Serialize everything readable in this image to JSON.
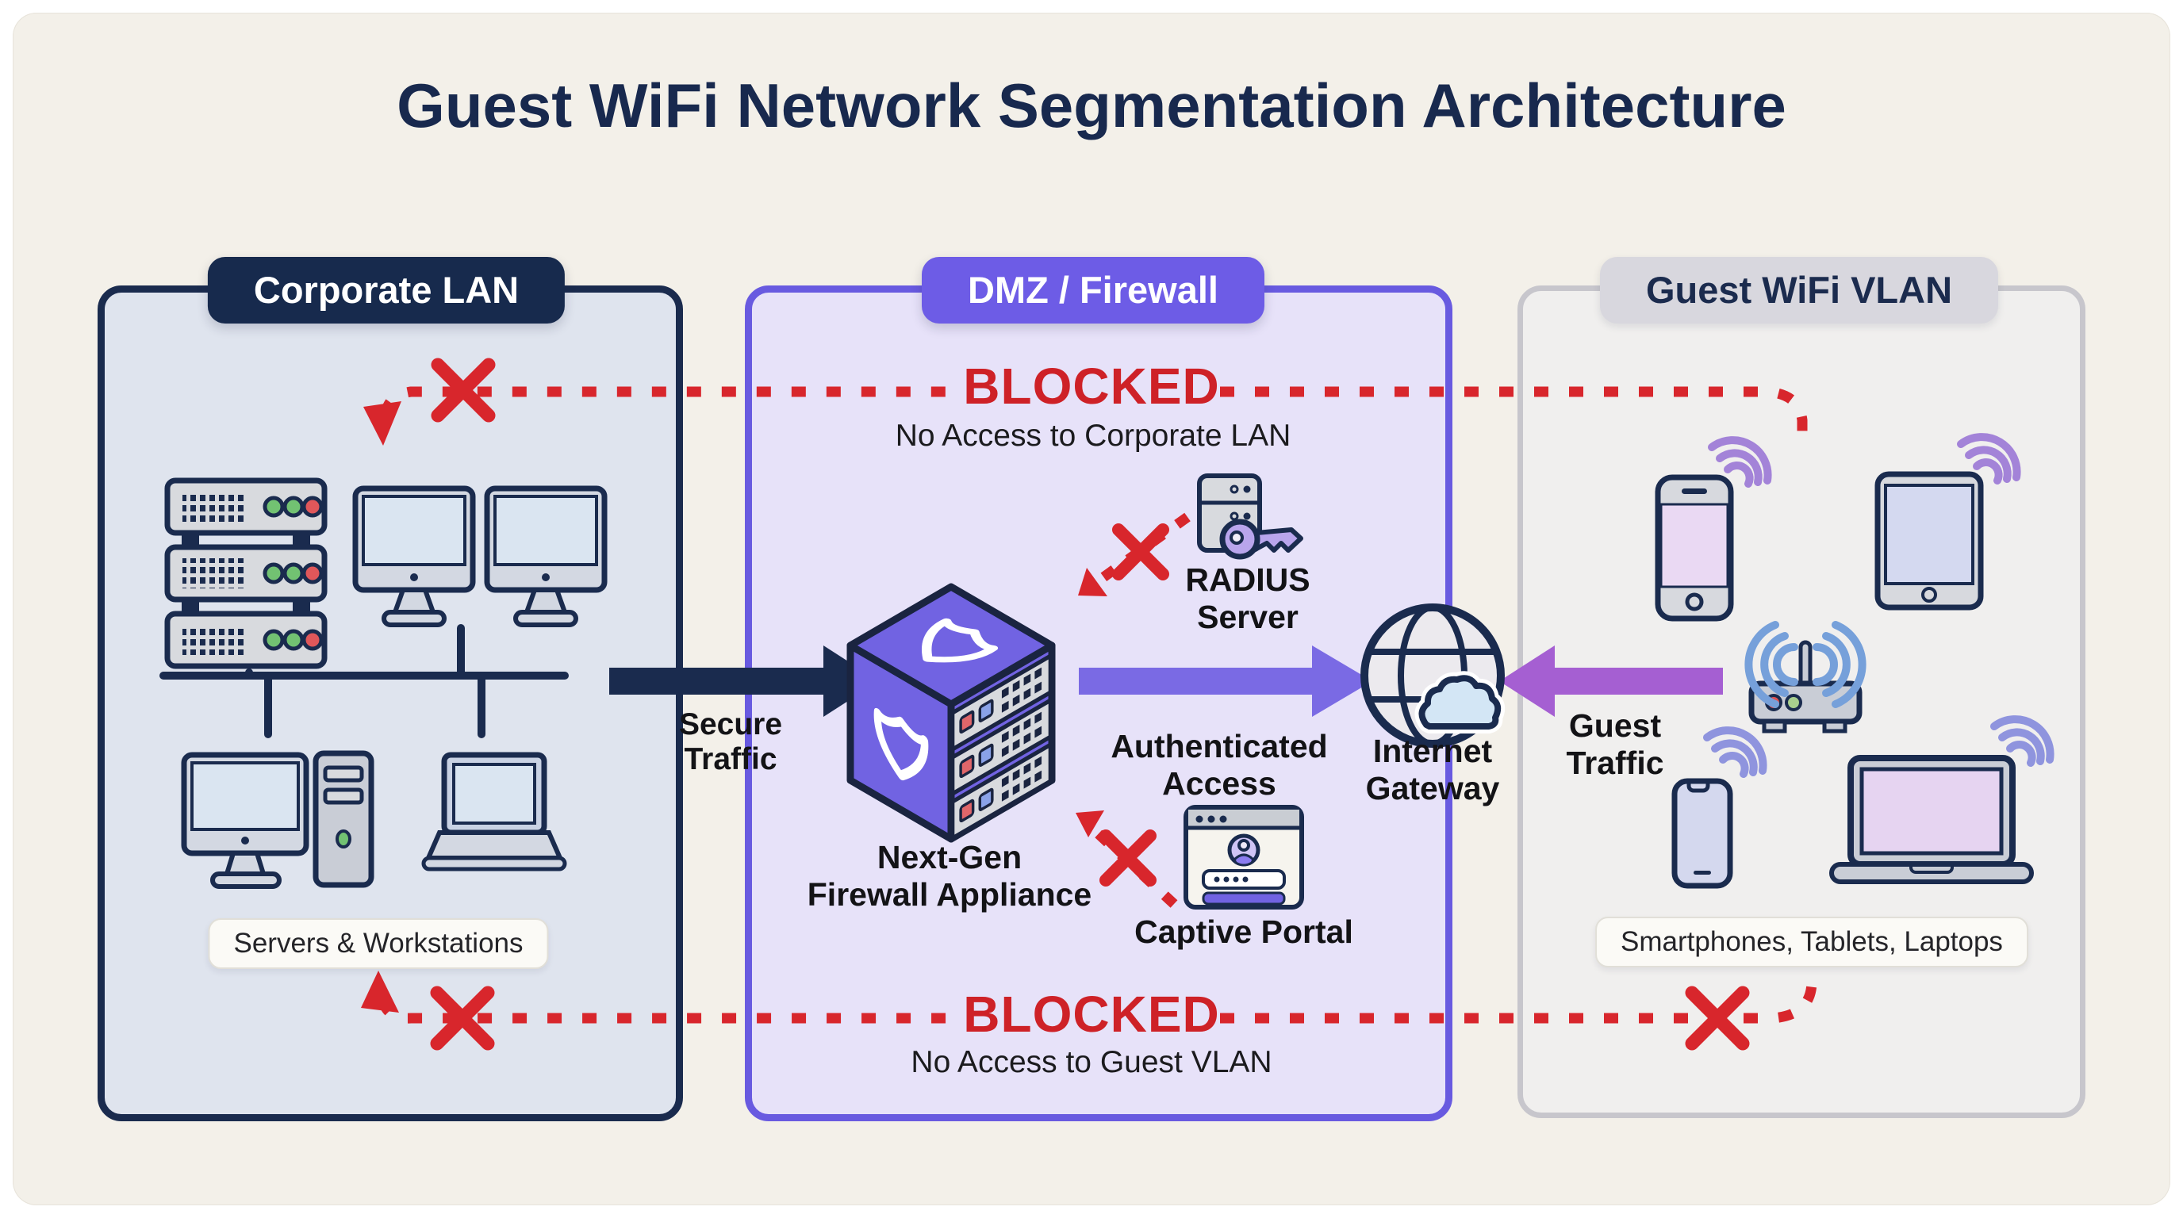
{
  "title": "Guest WiFi Network Segmentation Architecture",
  "zones": {
    "corporate": {
      "label": "Corporate LAN",
      "caption": "Servers & Workstations"
    },
    "dmz": {
      "label": "DMZ / Firewall"
    },
    "guest": {
      "label": "Guest WiFi VLAN",
      "caption": "Smartphones, Tablets, Laptops"
    }
  },
  "nodes": {
    "firewall": {
      "lines": [
        "Next-Gen",
        "Firewall Appliance"
      ]
    },
    "radius_server": {
      "lines": [
        "RADIUS",
        "Server"
      ]
    },
    "captive_portal": {
      "label": "Captive Portal"
    },
    "internet_gateway": {
      "lines": [
        "Internet",
        "Gateway"
      ]
    }
  },
  "flows": {
    "secure": {
      "lines": [
        "Secure",
        "Traffic"
      ]
    },
    "authenticated": {
      "lines": [
        "Authenticated",
        "Access"
      ]
    },
    "guest": {
      "lines": [
        "Guest",
        "Traffic"
      ]
    },
    "blocked_top": {
      "label": "BLOCKED",
      "subtitle": "No Access to Corporate LAN"
    },
    "blocked_bottom": {
      "label": "BLOCKED",
      "subtitle": "No Access to Guest VLAN"
    }
  },
  "icons": {
    "corporate": [
      "server-rack-icon",
      "desktop-monitor-icon",
      "desktop-monitor-icon",
      "desktop-tower-icon",
      "laptop-icon"
    ],
    "dmz": [
      "firewall-3d-shield-icon",
      "radius-server-key-icon",
      "captive-portal-window-icon",
      "internet-globe-cloud-icon"
    ],
    "guest": [
      "smartphone-icon",
      "tablet-icon",
      "wifi-router-icon",
      "smartphone-icon",
      "laptop-icon",
      "wifi-signal-icon"
    ]
  },
  "colors": {
    "background": "#f3f0e9",
    "navy": "#1a2b4e",
    "corporate_panel": "#dfe4ee",
    "dmz_panel": "#e7e2f9",
    "dmz_purple": "#6d5ce6",
    "guest_panel": "#f0efee",
    "guest_pill": "#d8d7de",
    "blocked_red": "#d8262c",
    "secure_arrow": "#1a2b4e",
    "authenticated_arrow": "#7a6ae4",
    "guest_arrow": "#a55fd2",
    "wifi_purple": "#a383d8",
    "wifi_blue": "#76a0da"
  }
}
